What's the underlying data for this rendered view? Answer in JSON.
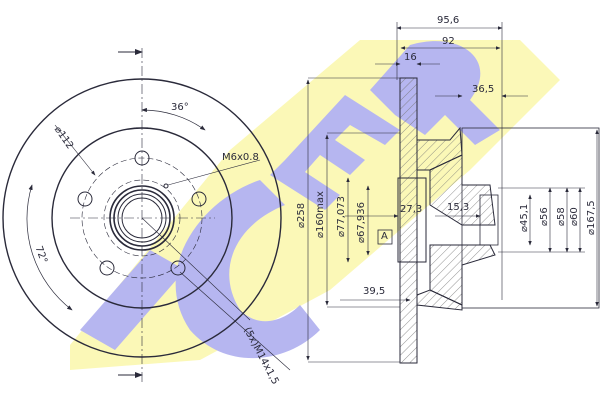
{
  "colors": {
    "line": "#2a2a3a",
    "thin_line": "#555566",
    "watermark_blue": "#b3b3f0",
    "watermark_yellow": "#fbf8b4",
    "background": "#ffffff"
  },
  "watermark": {
    "text": "ICER"
  },
  "front_view": {
    "angle_top": "36°",
    "angle_left": "72°",
    "pcd_diameter": "⌀112",
    "small_thread": "M6x0.8",
    "bolt_thread": "(5x)M14x1,5"
  },
  "section_view": {
    "dim_overall_width": "95,6",
    "dim_hub_width": "92",
    "dim_disc_thickness": "16",
    "dim_hub_offset": "36,5",
    "dim_outer_diameter": "⌀258",
    "dim_max_diameter": "⌀160max",
    "dim_bearing_outer": "⌀77,073",
    "dim_bearing_inner": "⌀67,936",
    "dim_depth_1": "27,3",
    "dim_depth_2": "15,3",
    "dim_bore_1": "⌀45,1",
    "dim_bore_2": "⌀56",
    "dim_bore_3": "⌀58",
    "dim_bore_4": "⌀60",
    "dim_hub_diameter": "⌀167,5",
    "dim_lower": "39,5",
    "datum_label": "A"
  }
}
